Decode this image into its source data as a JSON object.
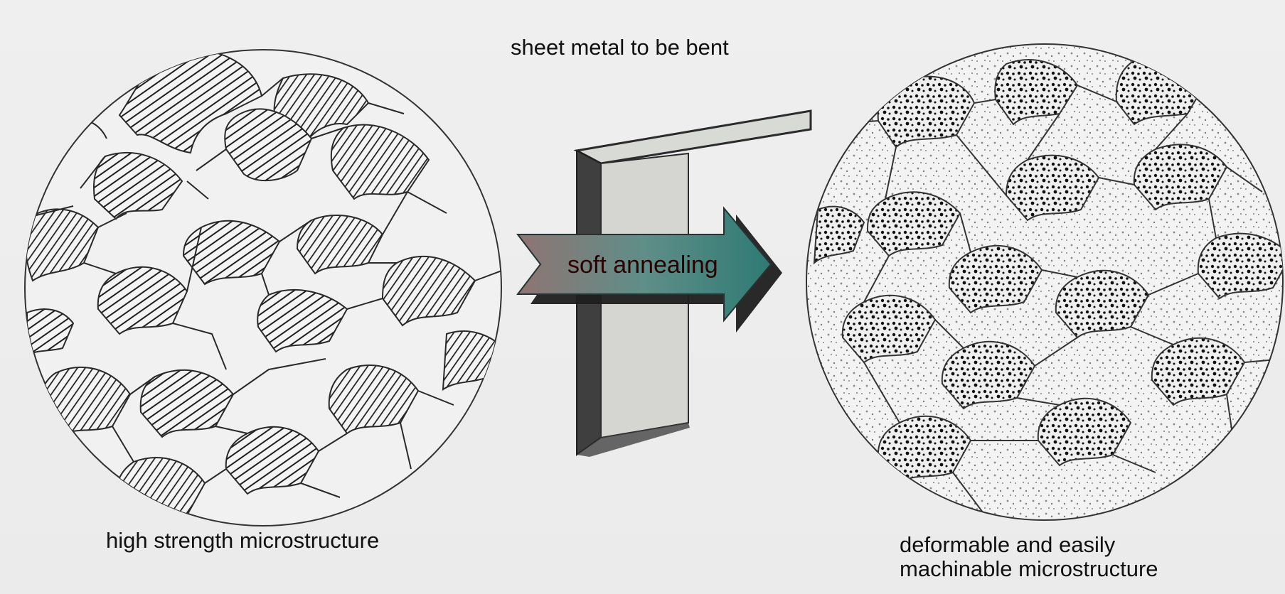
{
  "labels": {
    "top": "sheet metal to be bent",
    "left": "high strength microstructure",
    "right_line1": "deformable and easily",
    "right_line2": "machinable microstructure",
    "arrow": "soft annealing"
  },
  "colors": {
    "background": "#ececec",
    "arrow_fill": "#4e8d84",
    "arrow_shadow": "#1e1e1e",
    "sheet_face": "#d6d8d4",
    "sheet_edge": "#2d2d2d",
    "microstructure_line": "#2a2a2a"
  }
}
